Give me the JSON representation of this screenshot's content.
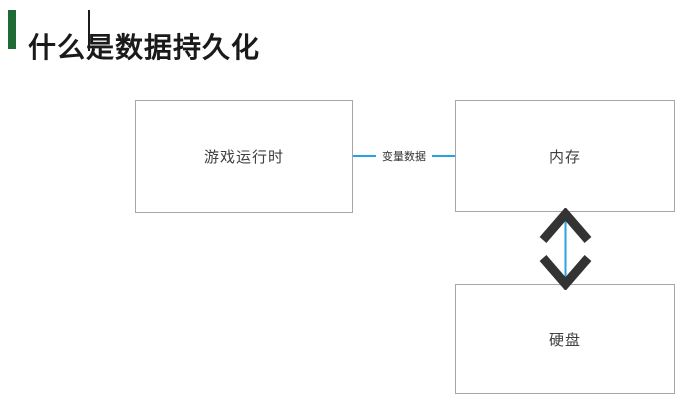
{
  "title": "什么是数据持久化",
  "colors": {
    "accent_green": "#1e6b35",
    "connector_blue": "#29a3dc",
    "arrow_dark": "#333333",
    "box_border": "#a6a6a6",
    "box_text": "#3f3f3f",
    "title_text": "#1a1a1a"
  },
  "diagram": {
    "nodes": [
      {
        "id": "game-runtime",
        "label": "游戏运行时"
      },
      {
        "id": "memory",
        "label": "内存"
      },
      {
        "id": "disk",
        "label": "硬盘"
      }
    ],
    "edges": [
      {
        "from": "game-runtime",
        "to": "memory",
        "label": "变量数据",
        "type": "plain-line"
      },
      {
        "from": "memory",
        "to": "disk",
        "label": "",
        "type": "double-headed-arrow"
      }
    ]
  }
}
